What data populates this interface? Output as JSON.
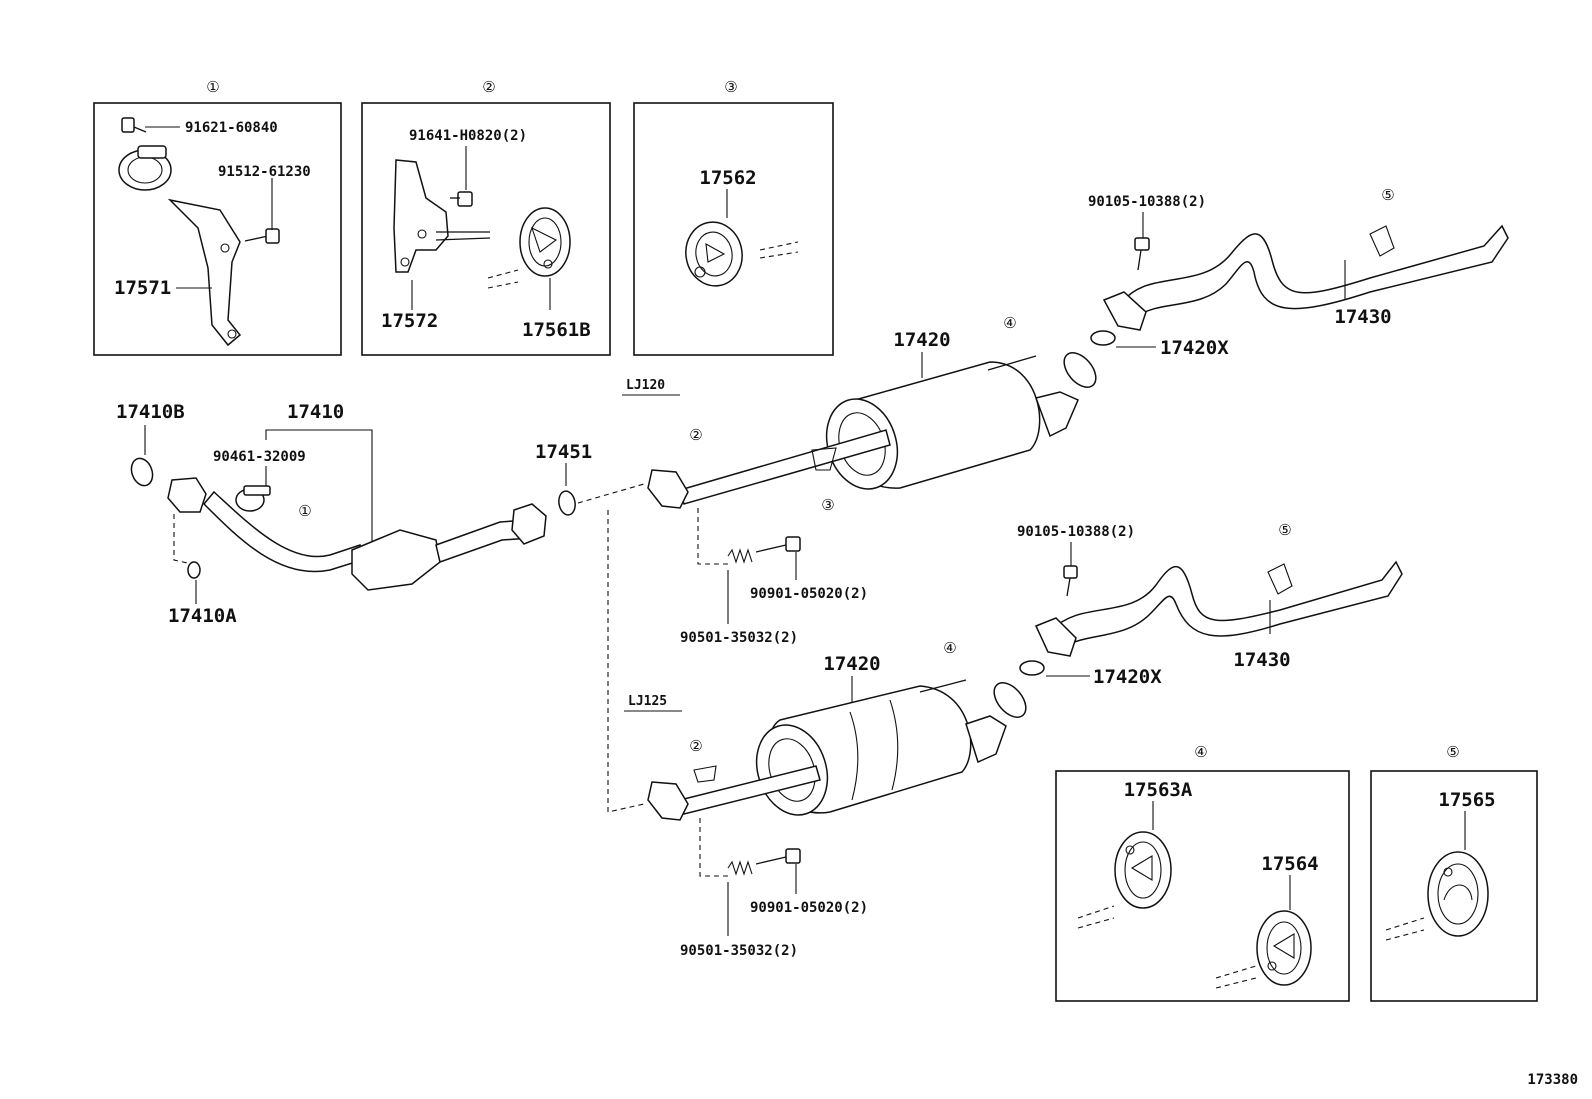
{
  "callouts": {
    "c1": "①",
    "c2": "②",
    "c3": "③",
    "c4": "④",
    "c5": "⑤"
  },
  "box1": {
    "bolt": "91621-60840",
    "bolt2": "91512-61230",
    "bracket": "17571"
  },
  "box2": {
    "bolt": "91641-H0820(2)",
    "bracket": "17572",
    "hanger": "17561B"
  },
  "box3": {
    "hanger": "17562"
  },
  "box4": {
    "hanger_a": "17563A",
    "hanger_b": "17564"
  },
  "box5": {
    "hanger": "17565"
  },
  "front": {
    "gasket_b": "17410B",
    "pipe": "17410",
    "clamp": "90461-32009",
    "nut": "17410A",
    "gasket": "17451"
  },
  "lj120": {
    "model": "LJ120",
    "muffler": "17420",
    "gasket": "17420X",
    "bolt": "90105-10388(2)",
    "tailpipe": "17430",
    "spring_bolt": "90901-05020(2)",
    "spring": "90501-35032(2)"
  },
  "lj125": {
    "model": "LJ125",
    "muffler": "17420",
    "gasket": "17420X",
    "bolt": "90105-10388(2)",
    "tailpipe": "17430",
    "spring_bolt": "90901-05020(2)",
    "spring": "90501-35032(2)"
  },
  "figure_id": "173380"
}
